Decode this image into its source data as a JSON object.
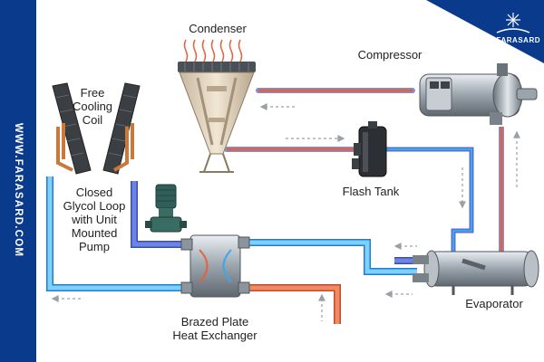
{
  "brand": {
    "site_text": "WWW.FARASARD.COM",
    "logo_text": "FARASARD"
  },
  "labels": {
    "condenser": "Condenser",
    "compressor": "Compressor",
    "free_cooling_coil": [
      "Free",
      "Cooling",
      "Coil"
    ],
    "closed_glycol_loop": [
      "Closed",
      "Glycol Loop",
      "with Unit",
      "Mounted",
      "Pump"
    ],
    "flash_tank": "Flash Tank",
    "evaporator": "Evaporator",
    "heat_exchanger": [
      "Brazed Plate",
      "Heat Exchanger"
    ]
  },
  "colors": {
    "brand_blue": "#0a3a8c",
    "hot_pipe": "#e8603a",
    "cold_pipe": "#3ea6ea",
    "mid_pipe": "#5a6fd6",
    "metal": "#9aa4ad",
    "dark_metal": "#5a6066"
  }
}
